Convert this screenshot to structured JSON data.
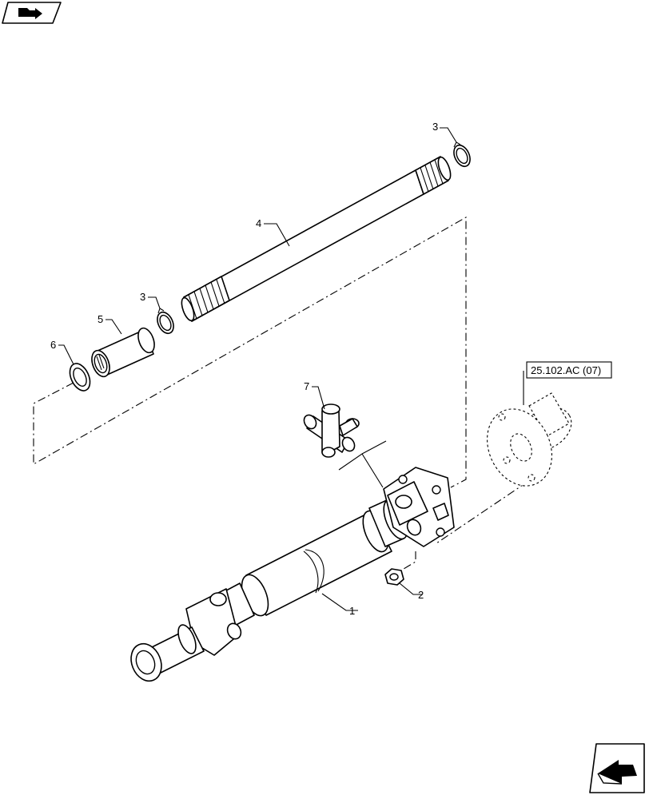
{
  "drawing": {
    "reference_label": "25.102.AC (07)",
    "callouts": {
      "item_1": "1",
      "item_2": "2",
      "item_3_top": "3",
      "item_3_mid": "3",
      "item_4": "4",
      "item_5": "5",
      "item_6": "6",
      "item_7": "7"
    }
  },
  "icons": {
    "corner_top_left": "folder-arrow-icon",
    "corner_bottom_right": "next-page-arrow-icon"
  },
  "colors": {
    "line": "#000000",
    "background": "#ffffff"
  }
}
